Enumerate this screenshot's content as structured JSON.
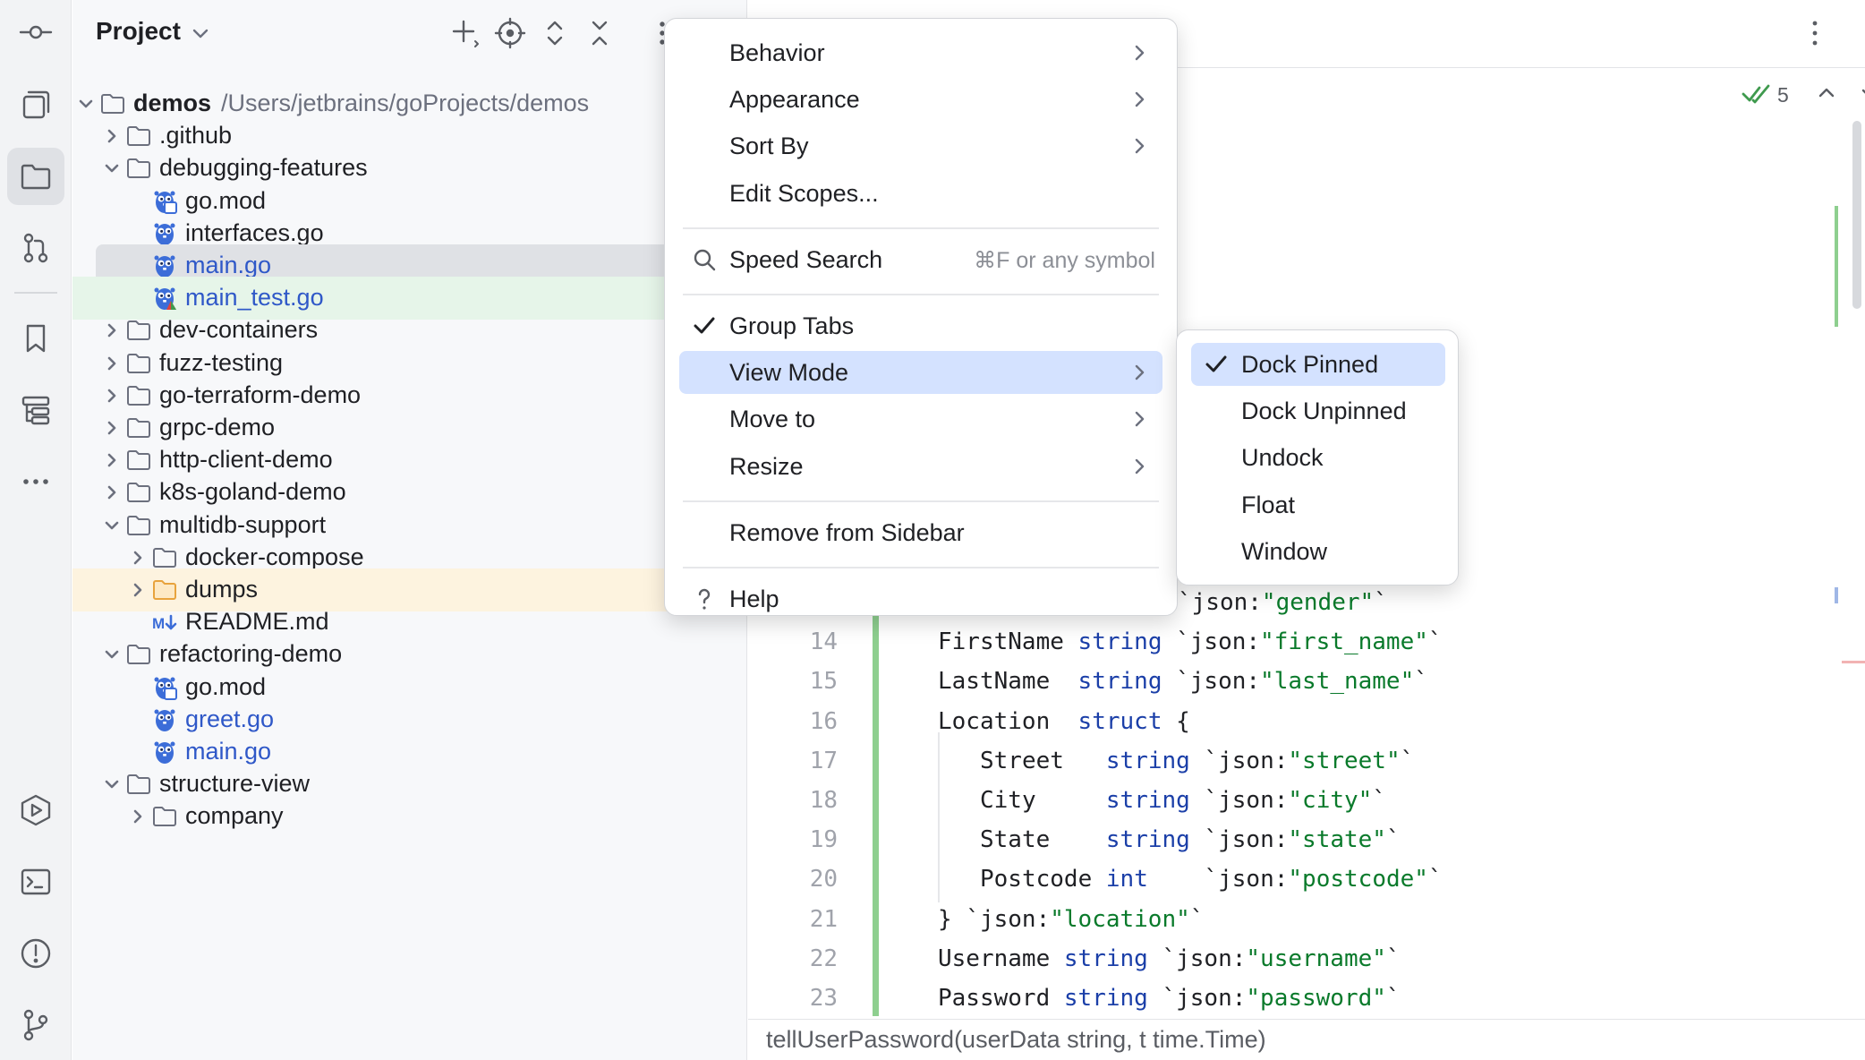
{
  "activity_bar": {
    "top_icons": [
      "commit-icon",
      "structure-icon",
      "project-folder-icon",
      "pull-requests-icon",
      "bookmarks-icon",
      "hierarchy-icon",
      "more-icon"
    ],
    "bottom_icons": [
      "services-icon",
      "terminal-icon",
      "problems-icon",
      "git-icon"
    ]
  },
  "project_panel": {
    "title": "Project",
    "tree": [
      {
        "label": "demos",
        "path": "/Users/jetbrains/goProjects/demos",
        "depth": 0,
        "kind": "folder",
        "expanded": true,
        "bold": true
      },
      {
        "label": ".github",
        "depth": 1,
        "kind": "folder",
        "expanded": false
      },
      {
        "label": "debugging-features",
        "depth": 1,
        "kind": "folder",
        "expanded": true
      },
      {
        "label": "go.mod",
        "depth": 2,
        "kind": "gomod"
      },
      {
        "label": "interfaces.go",
        "depth": 2,
        "kind": "go"
      },
      {
        "label": "main.go",
        "depth": 2,
        "kind": "go",
        "blue": true,
        "state": "selected"
      },
      {
        "label": "main_test.go",
        "depth": 2,
        "kind": "gotest",
        "blue": true,
        "state": "modified"
      },
      {
        "label": "dev-containers",
        "depth": 1,
        "kind": "folder",
        "expanded": false
      },
      {
        "label": "fuzz-testing",
        "depth": 1,
        "kind": "folder",
        "expanded": false
      },
      {
        "label": "go-terraform-demo",
        "depth": 1,
        "kind": "folder",
        "expanded": false
      },
      {
        "label": "grpc-demo",
        "depth": 1,
        "kind": "folder",
        "expanded": false
      },
      {
        "label": "http-client-demo",
        "depth": 1,
        "kind": "folder",
        "expanded": false
      },
      {
        "label": "k8s-goland-demo",
        "depth": 1,
        "kind": "folder",
        "expanded": false
      },
      {
        "label": "multidb-support",
        "depth": 1,
        "kind": "folder",
        "expanded": true
      },
      {
        "label": "docker-compose",
        "depth": 2,
        "kind": "folder",
        "expanded": false
      },
      {
        "label": "dumps",
        "depth": 2,
        "kind": "folder-orange",
        "expanded": false,
        "state": "highlight"
      },
      {
        "label": "README.md",
        "depth": 2,
        "kind": "markdown"
      },
      {
        "label": "refactoring-demo",
        "depth": 1,
        "kind": "folder",
        "expanded": true
      },
      {
        "label": "go.mod",
        "depth": 2,
        "kind": "gomod"
      },
      {
        "label": "greet.go",
        "depth": 2,
        "kind": "go",
        "blue": true
      },
      {
        "label": "main.go",
        "depth": 2,
        "kind": "go",
        "blue": true
      },
      {
        "label": "structure-view",
        "depth": 1,
        "kind": "folder",
        "expanded": true
      },
      {
        "label": "company",
        "depth": 2,
        "kind": "folder",
        "expanded": false
      }
    ]
  },
  "editor": {
    "inspection_count": "5",
    "code_lines": [
      {
        "n": "",
        "parts": [
          {
            "t": "`json:",
            "c": ""
          },
          {
            "t": "\"gender\"",
            "c": "str"
          },
          {
            "t": "`",
            "c": ""
          }
        ],
        "indent": 3
      },
      {
        "n": "14",
        "parts": [
          {
            "t": "FirstName ",
            "c": ""
          },
          {
            "t": "string",
            "c": "kw"
          },
          {
            "t": " `json:",
            "c": ""
          },
          {
            "t": "\"first_name\"",
            "c": "str"
          },
          {
            "t": "`",
            "c": ""
          }
        ],
        "indent": 1
      },
      {
        "n": "15",
        "parts": [
          {
            "t": "LastName  ",
            "c": ""
          },
          {
            "t": "string",
            "c": "kw"
          },
          {
            "t": " `json:",
            "c": ""
          },
          {
            "t": "\"last_name\"",
            "c": "str"
          },
          {
            "t": "`",
            "c": ""
          }
        ],
        "indent": 1
      },
      {
        "n": "16",
        "parts": [
          {
            "t": "Location  ",
            "c": ""
          },
          {
            "t": "struct",
            "c": "kw"
          },
          {
            "t": " {",
            "c": ""
          }
        ],
        "indent": 1
      },
      {
        "n": "17",
        "parts": [
          {
            "t": "Street   ",
            "c": ""
          },
          {
            "t": "string",
            "c": "kw"
          },
          {
            "t": " `json:",
            "c": ""
          },
          {
            "t": "\"street\"",
            "c": "str"
          },
          {
            "t": "`",
            "c": ""
          }
        ],
        "indent": 2
      },
      {
        "n": "18",
        "parts": [
          {
            "t": "City     ",
            "c": ""
          },
          {
            "t": "string",
            "c": "kw"
          },
          {
            "t": " `json:",
            "c": ""
          },
          {
            "t": "\"city\"",
            "c": "str"
          },
          {
            "t": "`",
            "c": ""
          }
        ],
        "indent": 2
      },
      {
        "n": "19",
        "parts": [
          {
            "t": "State    ",
            "c": ""
          },
          {
            "t": "string",
            "c": "kw"
          },
          {
            "t": " `json:",
            "c": ""
          },
          {
            "t": "\"state\"",
            "c": "str"
          },
          {
            "t": "`",
            "c": ""
          }
        ],
        "indent": 2
      },
      {
        "n": "20",
        "parts": [
          {
            "t": "Postcode ",
            "c": ""
          },
          {
            "t": "int",
            "c": "kw"
          },
          {
            "t": "    `json:",
            "c": ""
          },
          {
            "t": "\"postcode\"",
            "c": "str"
          },
          {
            "t": "`",
            "c": ""
          }
        ],
        "indent": 2
      },
      {
        "n": "21",
        "parts": [
          {
            "t": "} `json:",
            "c": ""
          },
          {
            "t": "\"location\"",
            "c": "str"
          },
          {
            "t": "`",
            "c": ""
          }
        ],
        "indent": 1
      },
      {
        "n": "22",
        "parts": [
          {
            "t": "Username ",
            "c": ""
          },
          {
            "t": "string",
            "c": "kw"
          },
          {
            "t": " `json:",
            "c": ""
          },
          {
            "t": "\"username\"",
            "c": "str"
          },
          {
            "t": "`",
            "c": ""
          }
        ],
        "indent": 1
      },
      {
        "n": "23",
        "parts": [
          {
            "t": "Password ",
            "c": ""
          },
          {
            "t": "string",
            "c": "kw"
          },
          {
            "t": " `json:",
            "c": ""
          },
          {
            "t": "\"password\"",
            "c": "str"
          },
          {
            "t": "`",
            "c": ""
          }
        ],
        "indent": 1
      }
    ],
    "status_line": "tellUserPassword(userData string, t time.Time)"
  },
  "context_menu": {
    "items": [
      {
        "label": "Behavior",
        "submenu": true
      },
      {
        "label": "Appearance",
        "submenu": true
      },
      {
        "label": "Sort By",
        "submenu": true
      },
      {
        "label": "Edit Scopes...",
        "submenu": false
      },
      {
        "separator": true
      },
      {
        "label": "Speed Search",
        "shortcut": "⌘F or any symbol",
        "icon": "search-icon"
      },
      {
        "separator": true
      },
      {
        "label": "Group Tabs",
        "checked": true
      },
      {
        "label": "View Mode",
        "submenu": true,
        "active": true
      },
      {
        "label": "Move to",
        "submenu": true
      },
      {
        "label": "Resize",
        "submenu": true
      },
      {
        "separator": true
      },
      {
        "label": "Remove from Sidebar"
      },
      {
        "separator": true
      },
      {
        "label": "Help",
        "icon": "help-icon"
      }
    ]
  },
  "view_mode_submenu": {
    "items": [
      {
        "label": "Dock Pinned",
        "checked": true,
        "active": true
      },
      {
        "label": "Dock Unpinned"
      },
      {
        "label": "Undock"
      },
      {
        "label": "Float"
      },
      {
        "label": "Window"
      }
    ]
  },
  "colors": {
    "selection": "#dfe1e5",
    "menu_highlight": "#d4e2ff",
    "modified_row": "#e6f5e9",
    "highlight_row": "#fdf3df",
    "keyword": "#1b3fa8",
    "string": "#0a7a2b",
    "link_blue": "#2f58c8"
  }
}
